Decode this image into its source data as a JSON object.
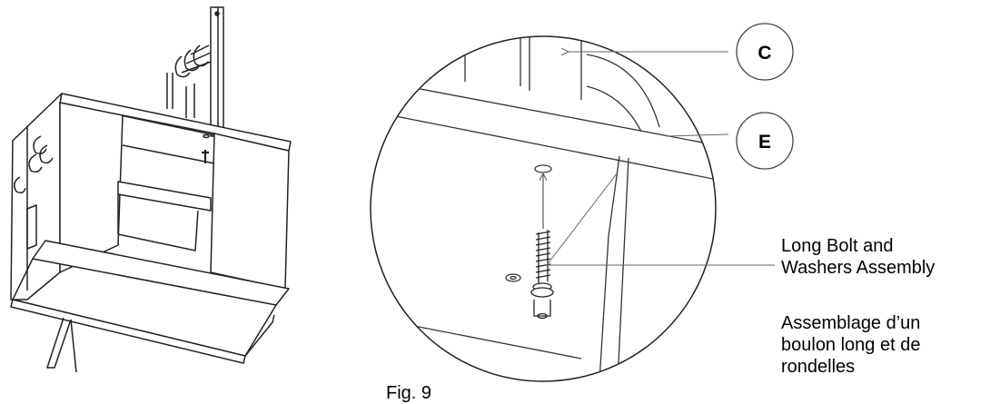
{
  "callouts": {
    "c": "C",
    "e": "E"
  },
  "caption": "Fig. 9",
  "bolt_label_en": {
    "line1": "Long Bolt and",
    "line2": "Washers Assembly"
  },
  "bolt_label_fr": {
    "line1": "Assemblage d’un",
    "line2": "boulon long et de",
    "line3": "rondelles"
  }
}
